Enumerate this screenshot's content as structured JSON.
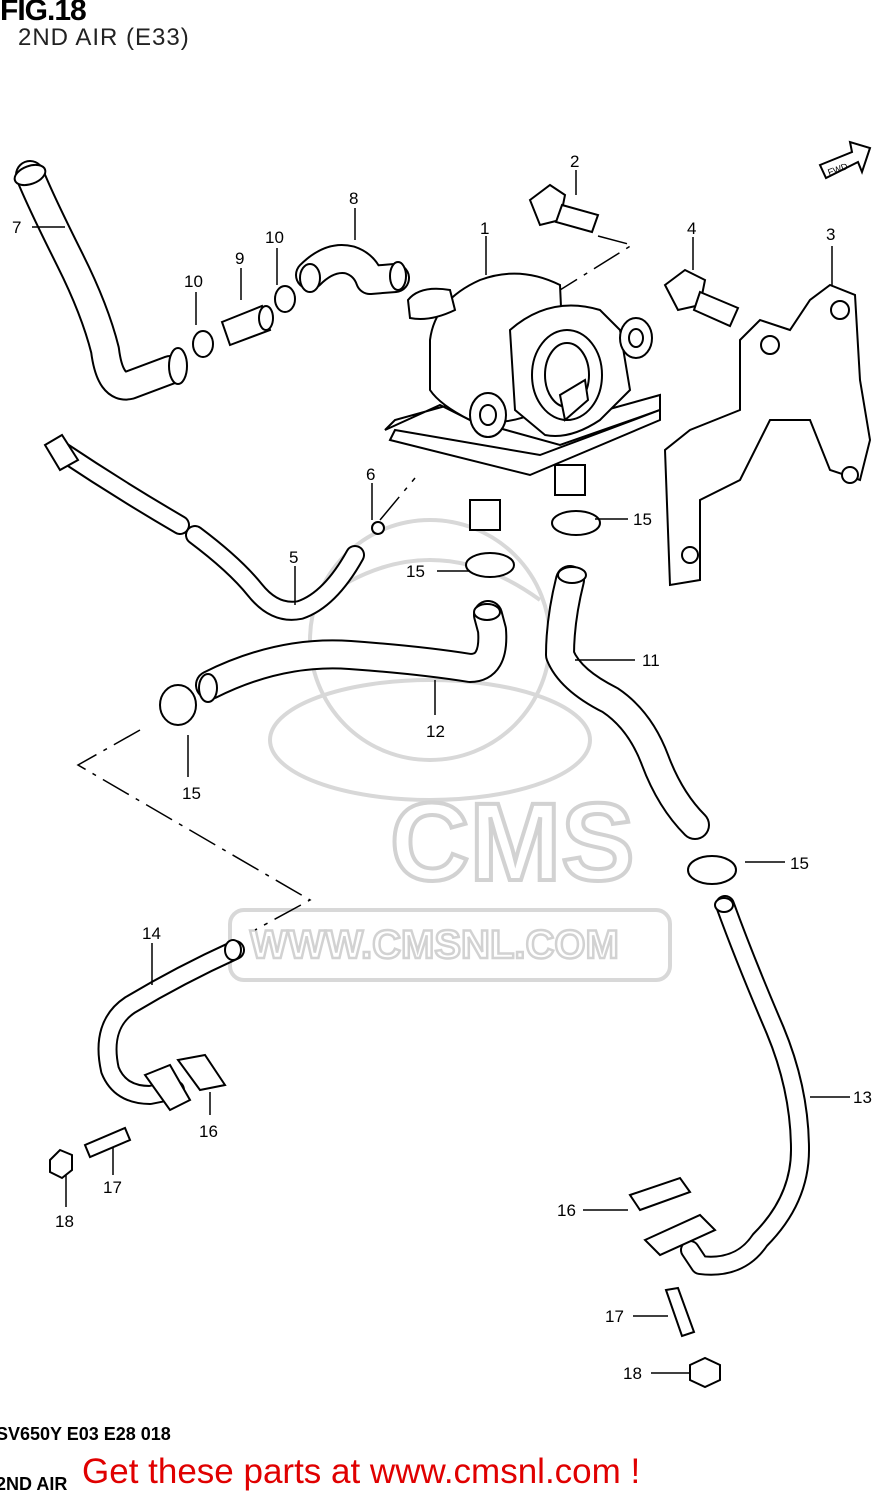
{
  "header": {
    "fig": "FIG.18",
    "subtitle": "2ND AIR (E33)"
  },
  "footer": {
    "model": "SV650Y E03 E28 018",
    "section": "2ND AIR",
    "promo": "Get these parts at www.cmsnl.com !"
  },
  "watermark": {
    "brand": "CMS",
    "url": "WWW.CMSNL.COM"
  },
  "fwd_label": "FWD",
  "callouts": [
    {
      "id": "c1",
      "text": "1"
    },
    {
      "id": "c2",
      "text": "2"
    },
    {
      "id": "c3",
      "text": "3"
    },
    {
      "id": "c4",
      "text": "4"
    },
    {
      "id": "c5",
      "text": "5"
    },
    {
      "id": "c6",
      "text": "6"
    },
    {
      "id": "c7",
      "text": "7"
    },
    {
      "id": "c8",
      "text": "8"
    },
    {
      "id": "c9",
      "text": "9"
    },
    {
      "id": "c10a",
      "text": "10"
    },
    {
      "id": "c10b",
      "text": "10"
    },
    {
      "id": "c11",
      "text": "11"
    },
    {
      "id": "c12",
      "text": "12"
    },
    {
      "id": "c13",
      "text": "13"
    },
    {
      "id": "c14",
      "text": "14"
    },
    {
      "id": "c15a",
      "text": "15"
    },
    {
      "id": "c15b",
      "text": "15"
    },
    {
      "id": "c15c",
      "text": "15"
    },
    {
      "id": "c15d",
      "text": "15"
    },
    {
      "id": "c16a",
      "text": "16"
    },
    {
      "id": "c16b",
      "text": "16"
    },
    {
      "id": "c17a",
      "text": "17"
    },
    {
      "id": "c17b",
      "text": "17"
    },
    {
      "id": "c18a",
      "text": "18"
    },
    {
      "id": "c18b",
      "text": "18"
    }
  ]
}
